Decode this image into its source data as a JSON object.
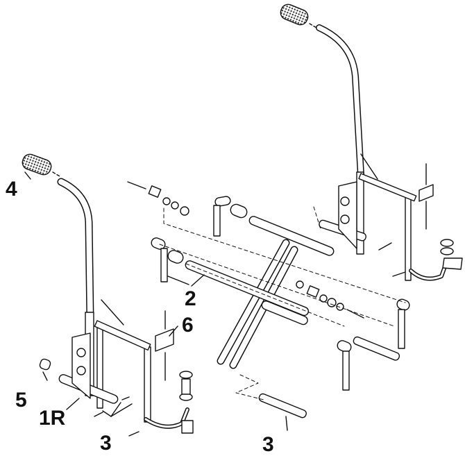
{
  "callouts": {
    "c1R": "1R",
    "c2": "2",
    "c3_left": "3",
    "c3_bottom": "3",
    "c4": "4",
    "c5": "5",
    "c6": "6"
  },
  "colors": {
    "stroke": "#111111",
    "fill": "#ffffff",
    "grip": "#555555"
  }
}
